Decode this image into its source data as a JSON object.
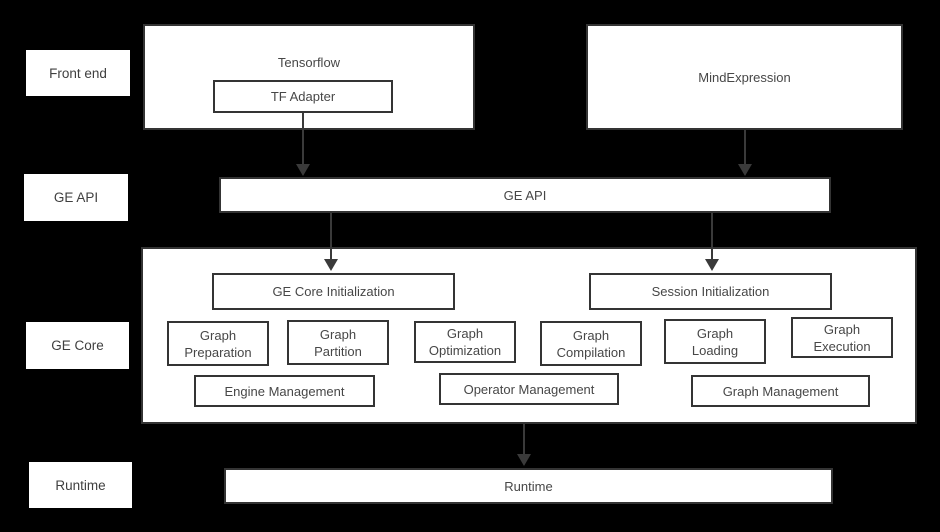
{
  "colors": {
    "background": "#000000",
    "box_fill": "#ffffff",
    "box_border": "#343434",
    "text": "#474747",
    "arrow": "#3a3a3a"
  },
  "row_labels": {
    "front_end": "Front end",
    "ge_api": "GE API",
    "ge_core": "GE Core",
    "runtime": "Runtime"
  },
  "front_end": {
    "tensorflow_title": "Tensorflow",
    "tf_adapter": "TF Adapter",
    "mind_expression": "MindExpression"
  },
  "ge_api_bar": {
    "label": "GE API"
  },
  "ge_core": {
    "init_boxes": [
      {
        "label": "GE Core Initialization"
      },
      {
        "label": "Session Initialization"
      }
    ],
    "function_boxes": [
      {
        "label": "Graph\nPreparation"
      },
      {
        "label": "Graph\nPartition"
      },
      {
        "label": "Graph\nOptimization"
      },
      {
        "label": "Graph\nCompilation"
      },
      {
        "label": "Graph\nLoading"
      },
      {
        "label": "Graph\nExecution"
      }
    ],
    "management_boxes": [
      {
        "label": "Engine Management"
      },
      {
        "label": "Operator Management"
      },
      {
        "label": "Graph Management"
      }
    ]
  },
  "runtime_bar": {
    "label": "Runtime"
  }
}
